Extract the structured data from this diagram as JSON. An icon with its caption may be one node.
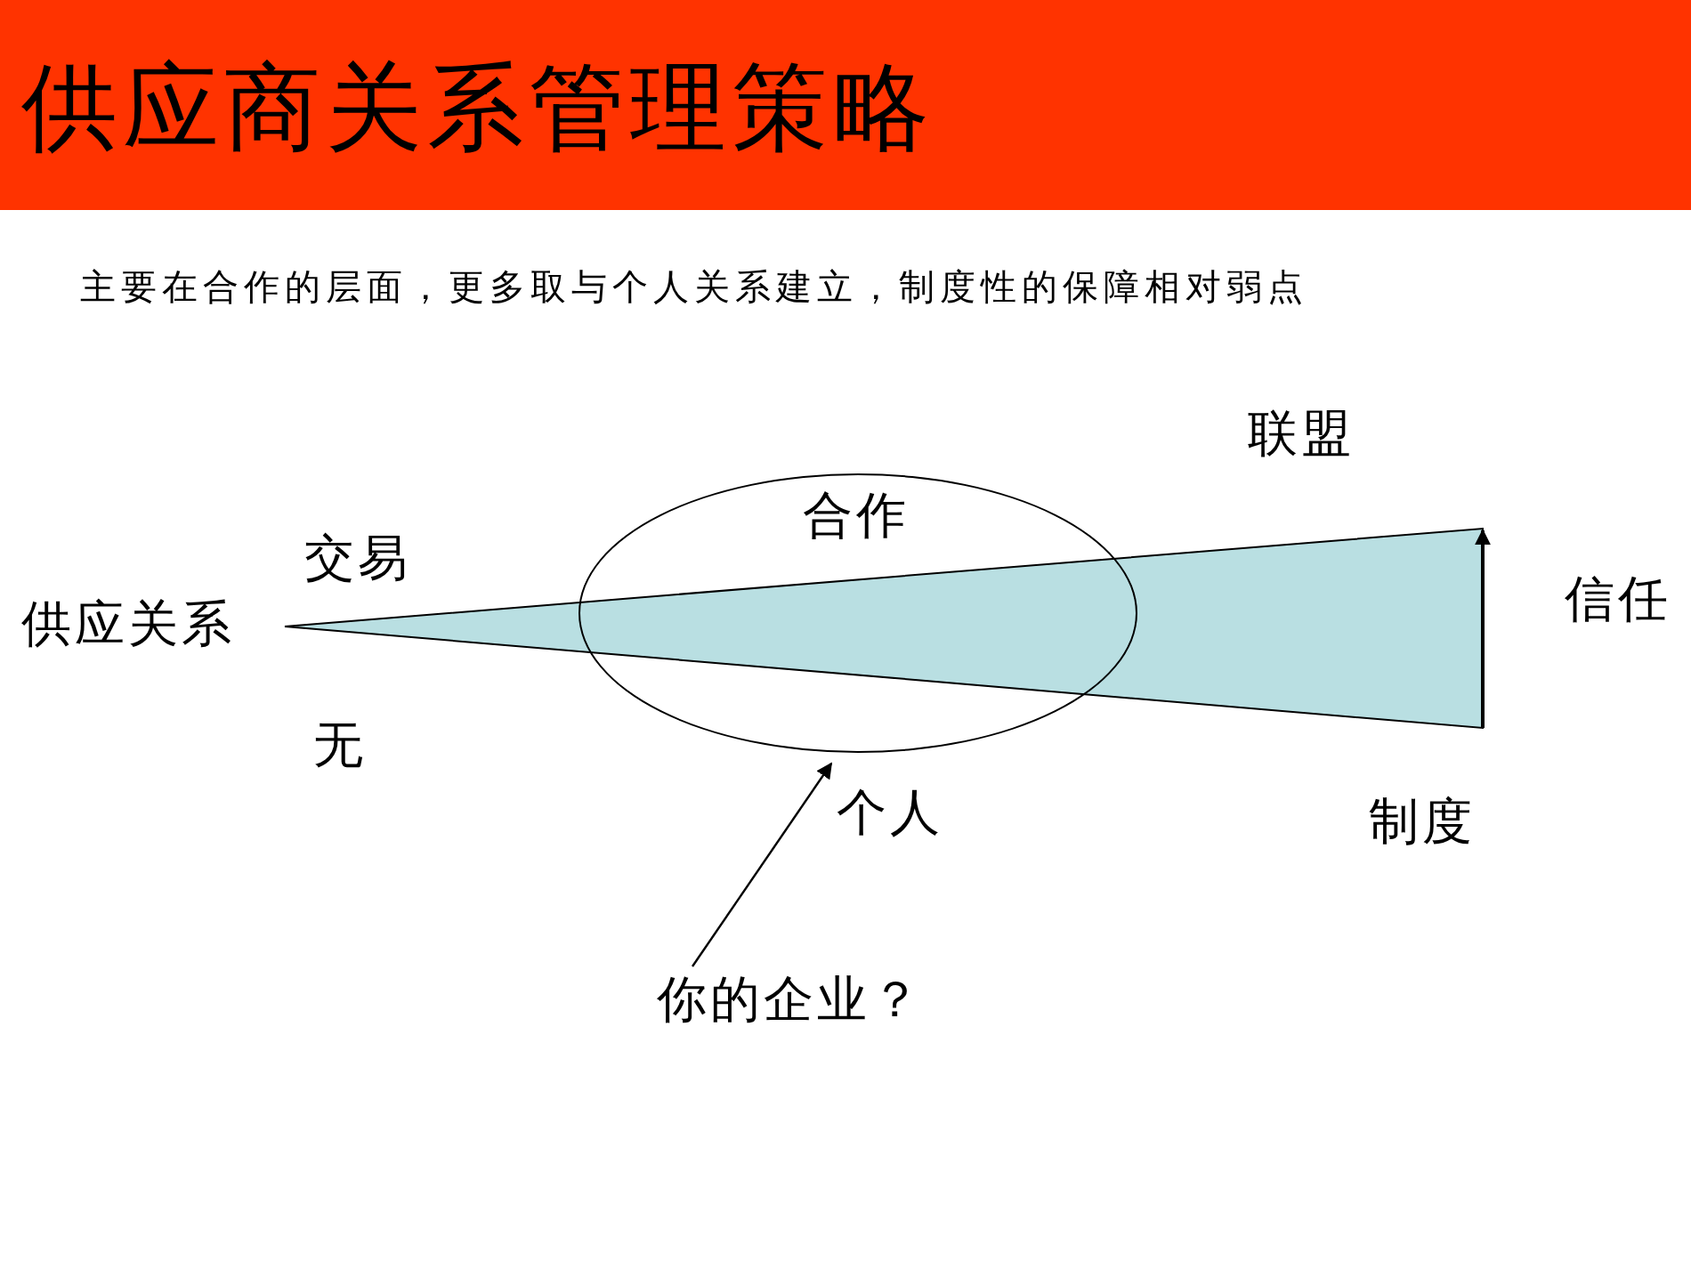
{
  "diagram": {
    "title": "供应商关系管理策略",
    "nodes": [
      {
        "text": [
          "合作"
        ]
      },
      {
        "text": [
          "你的企业？"
        ]
      }
    ],
    "edges": [
      {
        "from": 1,
        "to": 0,
        "arrow": "to"
      }
    ],
    "labels": [
      "主要在合作的层面，更多取与个人关系建立，制度性的保障相对弱点",
      "联盟",
      "交易",
      "供应关系",
      "信任",
      "无",
      "个人",
      "制度"
    ]
  }
}
